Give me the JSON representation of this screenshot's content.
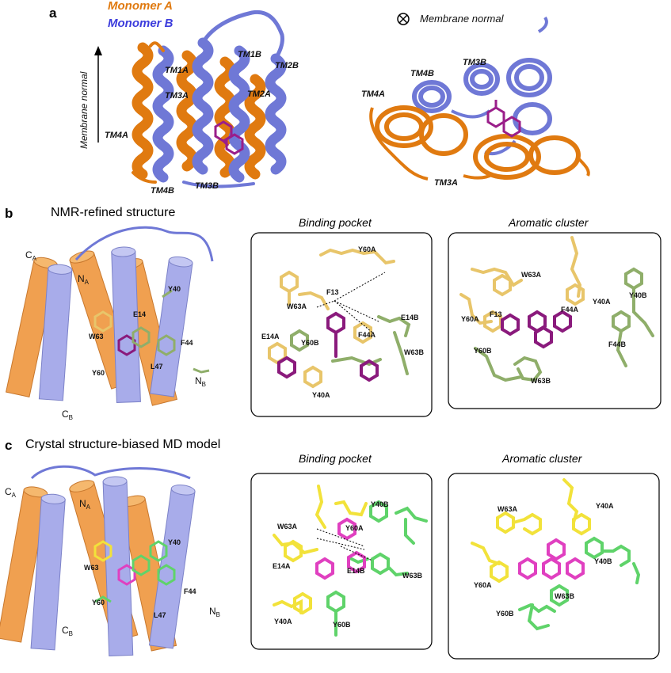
{
  "panel_a": {
    "letter": "a",
    "legend": {
      "monomer_a": "Monomer A",
      "monomer_b": "Monomer B"
    },
    "colors": {
      "monomer_a": "#e07a10",
      "monomer_b": "#6f78d6",
      "ligand": "#9a1e8a"
    },
    "axis_label": "Membrane normal",
    "membrane_normal_label": "Membrane normal",
    "side_labels": [
      "TM1A",
      "TM1B",
      "TM2B",
      "TM2A",
      "TM3A",
      "TM4A",
      "TM4B",
      "TM3B"
    ],
    "top_labels": [
      "TM4B",
      "TM3B",
      "TM4A",
      "TM3A"
    ]
  },
  "panel_b": {
    "letter": "b",
    "title": "NMR-refined structure",
    "cartoon_labels": {
      "ca": "C",
      "ca_sub": "A",
      "na": "N",
      "na_sub": "A",
      "cb": "C",
      "cb_sub": "B",
      "nb": "N",
      "nb_sub": "B"
    },
    "residues": [
      "Y40",
      "E14",
      "W63",
      "F44",
      "Y60",
      "L47"
    ],
    "pocket": {
      "title": "Binding pocket",
      "labels": [
        "Y60A",
        "F13",
        "E14B",
        "W63A",
        "E14A",
        "Y60B",
        "F44A",
        "W63B",
        "Y40A"
      ]
    },
    "cluster": {
      "title": "Aromatic cluster",
      "labels": [
        "W63A",
        "F44A",
        "Y40A",
        "Y40B",
        "Y60A",
        "F13",
        "Y60B",
        "F44B",
        "W63B"
      ]
    },
    "colors": {
      "chain_a": "#e8c56a",
      "chain_b": "#8fae6a",
      "ligand": "#8a1a7c"
    }
  },
  "panel_c": {
    "letter": "c",
    "title": "Crystal structure-biased MD model",
    "cartoon_labels": {
      "ca": "C",
      "ca_sub": "A",
      "na": "N",
      "na_sub": "A",
      "cb": "C",
      "cb_sub": "B",
      "nb": "N",
      "nb_sub": "B"
    },
    "residues": [
      "Y40",
      "W63",
      "F44",
      "Y60",
      "L47"
    ],
    "pocket": {
      "title": "Binding pocket",
      "labels": [
        "Y40B",
        "W63A",
        "Y60A",
        "E14A",
        "E14B",
        "W63B",
        "Y40A",
        "Y60B"
      ]
    },
    "cluster": {
      "title": "Aromatic cluster",
      "labels": [
        "W63A",
        "Y40A",
        "Y40B",
        "Y60A",
        "W63B",
        "Y60B"
      ]
    },
    "colors": {
      "chain_a": "#f2e23a",
      "chain_b": "#5fd36a",
      "ligand": "#e040c0"
    }
  }
}
